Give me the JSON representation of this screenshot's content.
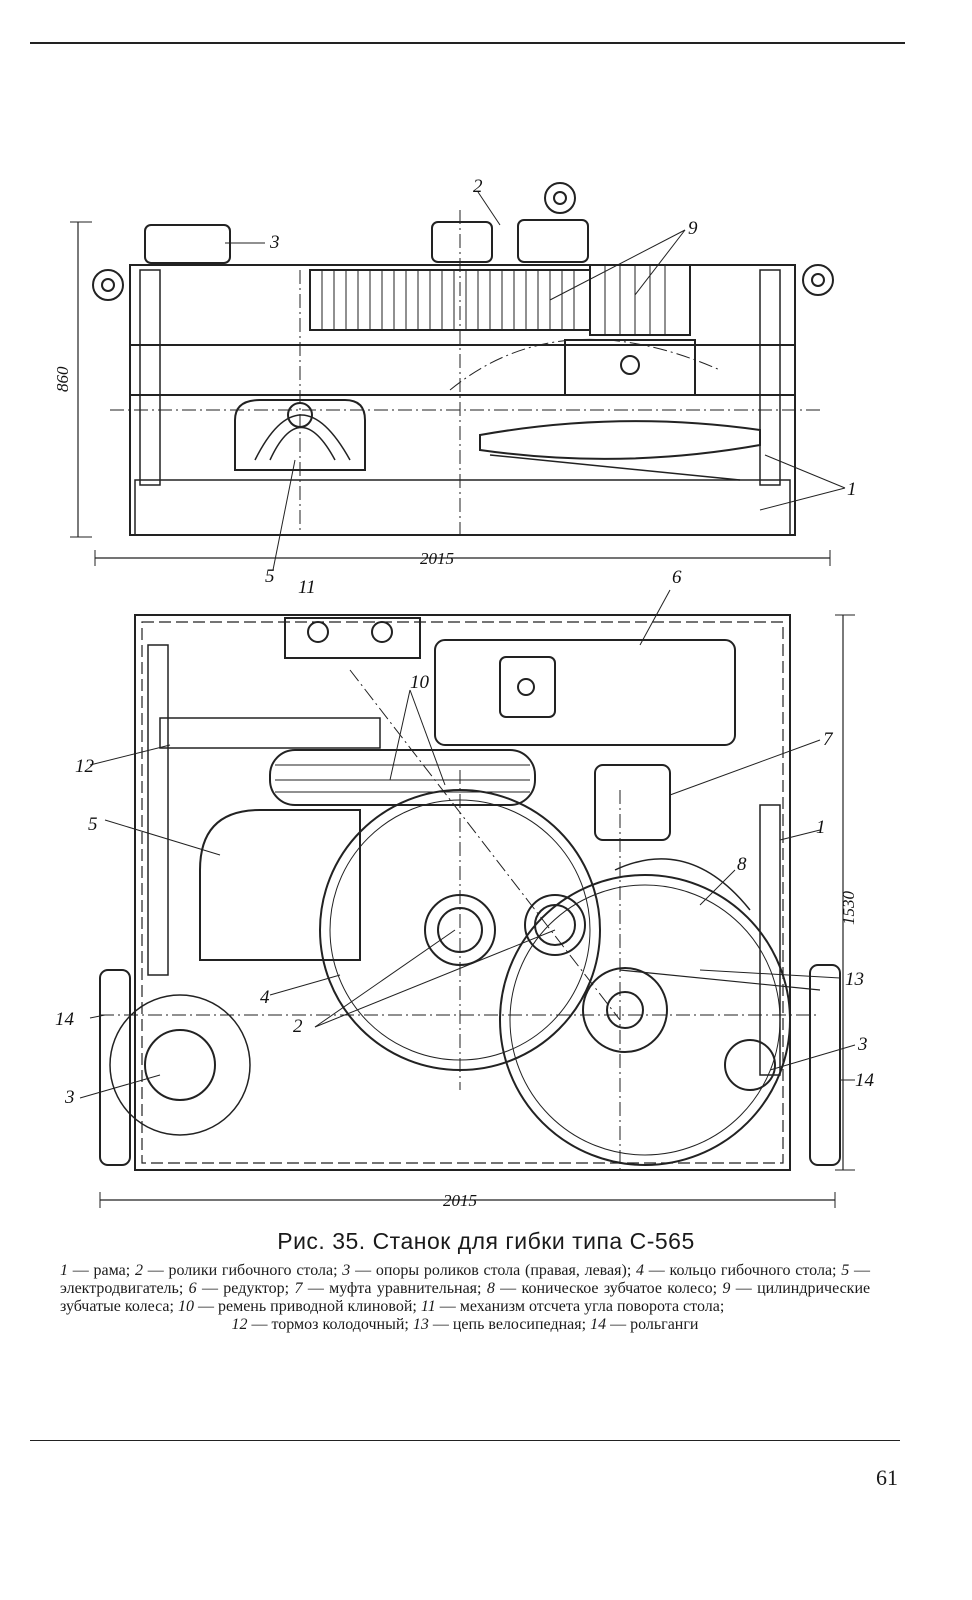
{
  "figure": {
    "top_view_width_dim": "2015",
    "top_view_height_dim": "860",
    "bottom_view_width_dim": "2015",
    "bottom_view_height_dim": "1530",
    "top_callouts": [
      "2",
      "9",
      "3",
      "1",
      "5"
    ],
    "bottom_callouts": [
      "11",
      "6",
      "10",
      "7",
      "12",
      "5",
      "1",
      "8",
      "13",
      "14",
      "4",
      "2",
      "3",
      "3",
      "14"
    ]
  },
  "caption": {
    "title": "Рис. 35. Станок для гибки типа С-565",
    "legend_lines": [
      {
        "num": "1",
        "text": "— рама;"
      },
      {
        "num": "2",
        "text": "— ролики гибочного стола;"
      },
      {
        "num": "3",
        "text": "— опоры роликов стола (правая, левая);"
      },
      {
        "num": "4",
        "text": "— кольцо гибочного стола;"
      },
      {
        "num": "5",
        "text": "— электродвигатель;"
      },
      {
        "num": "6",
        "text": "— редуктор;"
      },
      {
        "num": "7",
        "text": "— муфта уравнительная;"
      },
      {
        "num": "8",
        "text": "— коническое зубчатое колесо;"
      },
      {
        "num": "9",
        "text": "— цилиндрические зубчатые колеса;"
      },
      {
        "num": "10",
        "text": "— ремень приводной клиновой;"
      },
      {
        "num": "11",
        "text": "— механизм отсчета угла поворота стола;"
      },
      {
        "num": "12",
        "text": "— тормоз колодочный;"
      },
      {
        "num": "13",
        "text": "— цепь велосипедная;"
      },
      {
        "num": "14",
        "text": "— рольганги"
      }
    ]
  },
  "page_number": "61"
}
